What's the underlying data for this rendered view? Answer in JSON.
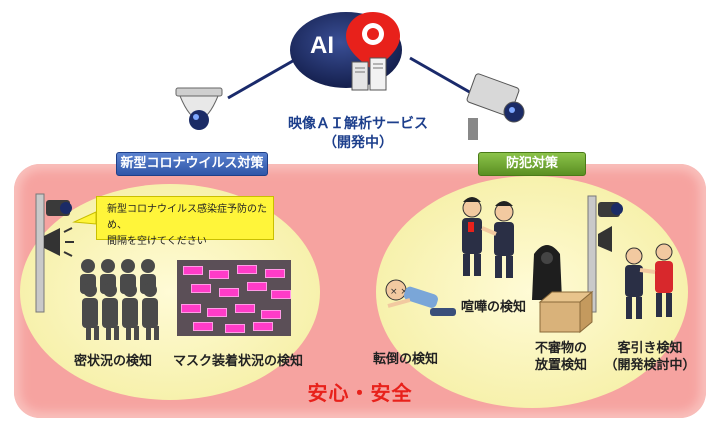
{
  "hub": {
    "ai_label": "AI",
    "title_line1": "映像ＡＩ解析サービス",
    "title_line2": "（開発中）"
  },
  "left_group": {
    "tag": "新型コロナウイルス対策",
    "bubble_line1": "新型コロナウイルス感染症予防のため、",
    "bubble_line2": "間隔を空けてください",
    "item_density": "密状況の検知",
    "item_mask": "マスク装着状況の検知"
  },
  "right_group": {
    "tag": "防犯対策",
    "item_fight": "喧嘩の検知",
    "item_fall": "転倒の検知",
    "item_suspicious_line1": "不審物の",
    "item_suspicious_line2": "放置検知",
    "item_customer_line1": "客引き検知",
    "item_customer_line2": "（開発検討中）"
  },
  "footer": {
    "safety": "安心・安全"
  },
  "colors": {
    "band": "#f6a3a0",
    "oval": "#fbf8c8",
    "navy": "#1d3f8c",
    "accent_red": "#e8211b",
    "tag_blue": "#2f56a8",
    "tag_green": "#5b8f22",
    "bubble_yellow": "#fff53a"
  }
}
